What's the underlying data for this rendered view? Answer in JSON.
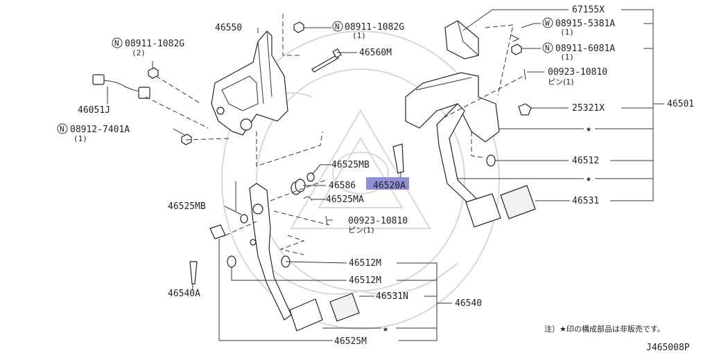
{
  "diagram": {
    "code": "J465008P",
    "note": "注）★印の構成部品は非販売です。",
    "star": "★",
    "circle_n": "N",
    "circle_w": "W",
    "labels": {
      "p46550": "46550",
      "p46560M": "46560M",
      "p08911_1082G_top": "08911-1082G",
      "p08911_1082G_top_qty": "(1)",
      "p08911_1082G_left": "08911-1082G",
      "p08911_1082G_left_qty": "(2)",
      "p46051J": "46051J",
      "p08912_7401A": "08912-7401A",
      "p08912_7401A_qty": "(1)",
      "p46525MB_a": "46525MB",
      "p46586": "46586",
      "p46520A": "46520A",
      "p46525MA": "46525MA",
      "p46525MB_b": "46525MB",
      "p00923_10810_b": "00923-10810",
      "p00923_10810_b_sub": "ピン(1)",
      "p46540A": "46540A",
      "p46512M_a": "46512M",
      "p46512M_b": "46512M",
      "p46531N": "46531N",
      "p46540": "46540",
      "p46525M": "46525M",
      "p67155X": "67155X",
      "p08915_5381A": "08915-5381A",
      "p08915_5381A_qty": "(1)",
      "p08911_6081A": "08911-6081A",
      "p08911_6081A_qty": "(1)",
      "p00923_10810_a": "00923-10810",
      "p00923_10810_a_sub": "ピン(1)",
      "p25321X": "25321X",
      "p46501": "46501",
      "p46512": "46512",
      "p46531": "46531"
    },
    "highlight_color": "#8f8fd6"
  }
}
